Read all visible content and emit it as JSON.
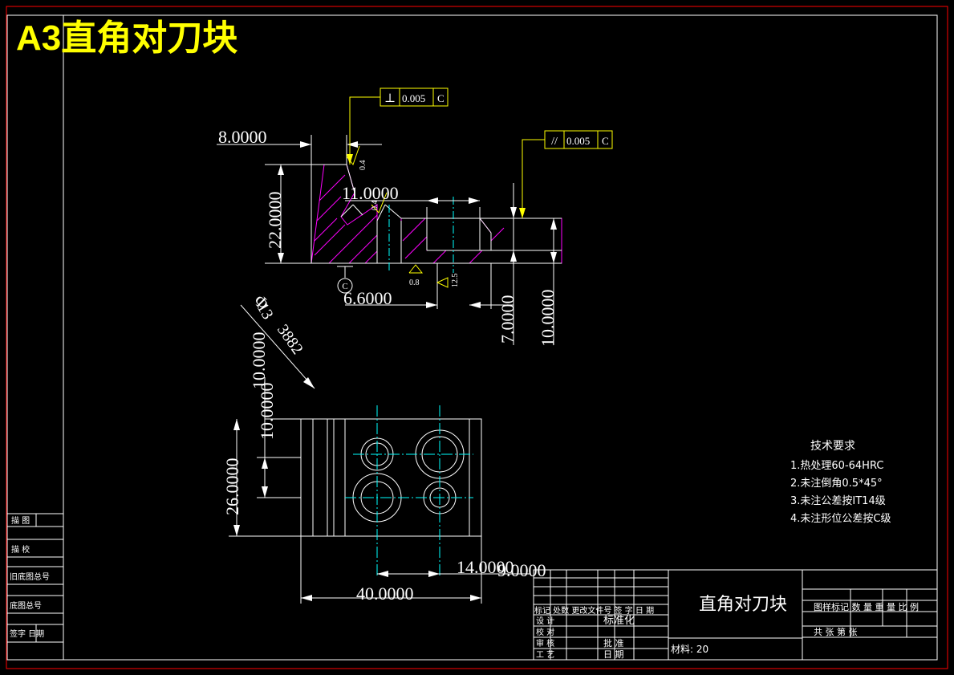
{
  "sheet_title": "A3直角对刀块",
  "tolerance_frames": {
    "perpendicularity": {
      "symbol": "⊥",
      "value": "0.005",
      "datum": "C"
    },
    "parallelism": {
      "symbol": "//",
      "value": "0.005",
      "datum": "C"
    }
  },
  "roughness": {
    "r1": "0.4",
    "r2": "0.4",
    "r3": "0.8",
    "r4": "12.5"
  },
  "datum_label": "C",
  "dimensions": {
    "d1": "8.0000",
    "d2": "22.0000",
    "d3": "11.0000",
    "d4": "6.6000",
    "d5": "7.0000",
    "d6": "10.0000",
    "d7": "Φ",
    "d8": "10.0000",
    "d9": "13",
    "d10": "3882",
    "d11": "10.0000",
    "d12": "26.0000",
    "d13": "14.0000",
    "d14": "9.0000",
    "d15": "40.0000"
  },
  "tech_requirements": {
    "heading": "技术要求",
    "items": [
      "1.热处理60-64HRC",
      "2.未注倒角0.5*45°",
      "3.未注公差按IT14级",
      "4.未注形位公差按C级"
    ]
  },
  "left_strip": [
    "描 图",
    "描 校",
    "旧底图总号",
    "底图总号",
    "签字 日期"
  ],
  "title_block": {
    "part_name": "直角对刀块",
    "revision_header": "标记 处数 更改文件号 签 字 日 期",
    "roles": [
      "设 计",
      "校 对",
      "审 核",
      "工 艺"
    ],
    "standardization": "标准化",
    "approve": "批 准",
    "date": "日 期",
    "material": "材料: 20",
    "right_header": "图样标记  数 量  重 量  比 例",
    "sheet_info": "共 张  第 张"
  }
}
